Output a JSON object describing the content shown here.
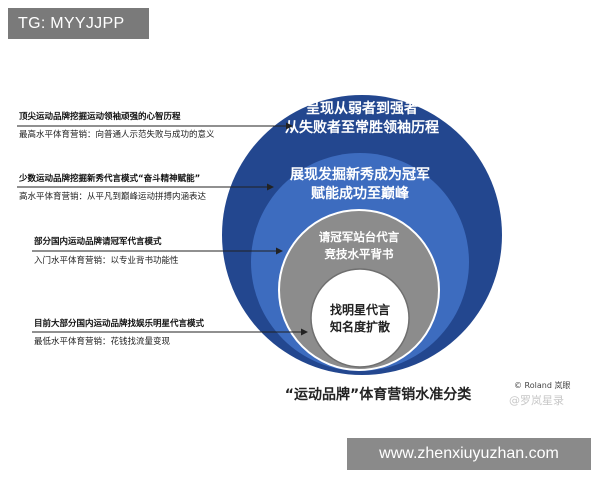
{
  "tag": "TG: MYYJJPP",
  "url": "www.zhenxiuyuzhan.com",
  "colors": {
    "outer_ring": "#23478f",
    "second_ring": "#3d6cbf",
    "third_ring": "#8c8c8c",
    "center": "#ffffff"
  },
  "rings": {
    "outer": [
      "呈现从弱者到强者",
      "从失败者至常胜领袖历程"
    ],
    "second": [
      "展现发掘新秀成为冠军",
      "赋能成功至巅峰"
    ],
    "third": [
      "请冠军站台代言",
      "竞技水平背书"
    ],
    "center": [
      "找明星代言",
      "知名度扩散"
    ]
  },
  "labels": [
    {
      "title": "顶尖运动品牌挖掘运动领袖顽强的心智历程",
      "sub": "最高水平体育营销：向普通人示范失败与成功的意义"
    },
    {
      "title": "少数运动品牌挖掘新秀代言模式“奋斗精神赋能”",
      "sub": "高水平体育营销：从平凡到巅峰运动拼搏内涵表达"
    },
    {
      "title": "部分国内运动品牌请冠军代言模式",
      "sub": "入门水平体育营销：以专业背书功能性"
    },
    {
      "title": "目前大部分国内运动品牌找娱乐明星代言模式",
      "sub": "最低水平体育营销：花钱找流量变现"
    }
  ],
  "caption": "“运动品牌”体育营销水准分类",
  "credit": "© Roland 岚眼",
  "watermark": "@罗岚星录"
}
